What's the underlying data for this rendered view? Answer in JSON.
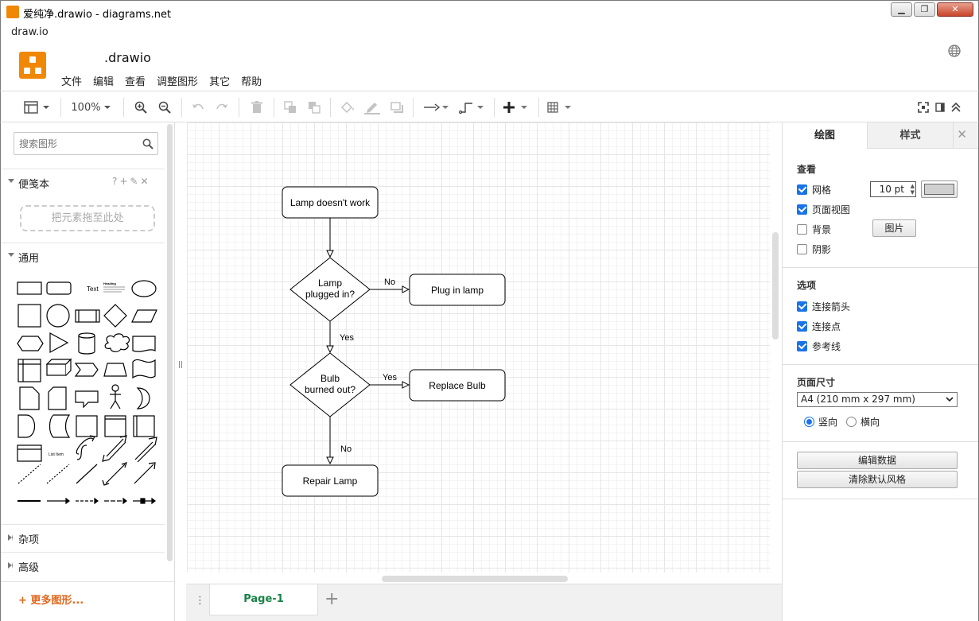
{
  "window": {
    "title": "爱纯净.drawio - diagrams.net",
    "min_label": "▁",
    "max_label": "❐",
    "close_label": "✕"
  },
  "menubar": {
    "label": "draw.io"
  },
  "app": {
    "doc_name": ".drawio",
    "menus": [
      "文件",
      "编辑",
      "查看",
      "调整图形",
      "其它",
      "帮助"
    ]
  },
  "toolbar": {
    "zoom": "100%",
    "accent": "#f08705"
  },
  "left_panel": {
    "search_placeholder": "搜索图形",
    "scratchpad": {
      "title": "便笺本",
      "tools": "?+✎✕",
      "dropzone": "把元素拖至此处"
    },
    "general": {
      "title": "通用",
      "text_shape": "Text",
      "heading_shape": "Heading",
      "list_item_shape": "List Item"
    },
    "misc": {
      "title": "杂项"
    },
    "advanced": {
      "title": "高级"
    },
    "more_shapes": "更多图形..."
  },
  "canvas": {
    "nodes": {
      "start": "Lamp doesn't work",
      "plugged_1": "Lamp",
      "plugged_2": "plugged in?",
      "plug": "Plug in lamp",
      "burned_1": "Bulb",
      "burned_2": "burned out?",
      "replace": "Replace Bulb",
      "repair": "Repair Lamp"
    },
    "edges": {
      "no1": "No",
      "yes1": "Yes",
      "yes2": "Yes",
      "no2": "No"
    }
  },
  "pages": {
    "current": "Page-1",
    "menu": "⋮",
    "add": "+"
  },
  "right_panel": {
    "tabs": [
      "绘图",
      "样式"
    ],
    "close": "✕",
    "view_heading": "查看",
    "grid": {
      "label": "网格",
      "checked": true,
      "size": "10 pt"
    },
    "page_view": {
      "label": "页面视图",
      "checked": true
    },
    "background": {
      "label": "背景",
      "checked": false,
      "button": "图片"
    },
    "shadow": {
      "label": "阴影",
      "checked": false
    },
    "options_heading": "选项",
    "options": [
      {
        "label": "连接箭头",
        "checked": true
      },
      {
        "label": "连接点",
        "checked": true
      },
      {
        "label": "参考线",
        "checked": true
      }
    ],
    "page_size_heading": "页面尺寸",
    "page_size": "A4 (210 mm x 297 mm)",
    "orientation": {
      "portrait": "竖向",
      "landscape": "横向",
      "selected": "portrait"
    },
    "edit_data": "编辑数据",
    "clear_style": "清除默认风格"
  }
}
